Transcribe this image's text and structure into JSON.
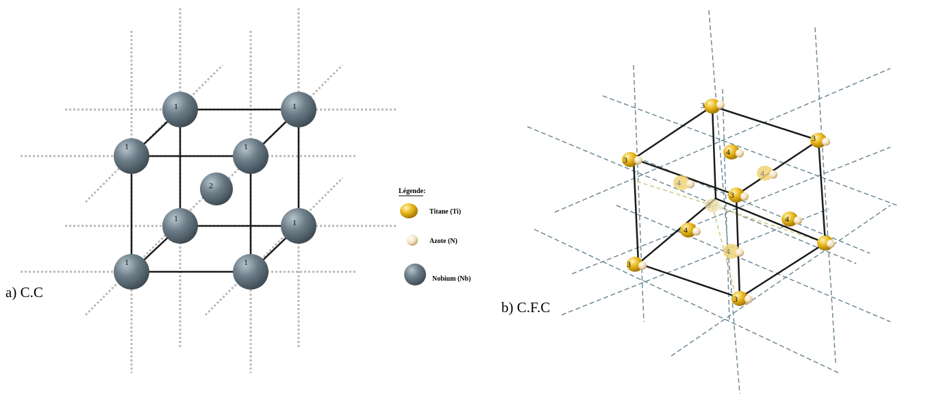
{
  "captions": {
    "left": "a) C.C",
    "right": "b) C.F.C"
  },
  "legend": {
    "title": "Légende:",
    "items": [
      {
        "label": "Titane (Ti)",
        "color": "#e8b417",
        "icon": "titanium-atom-icon"
      },
      {
        "label": "Azote (N)",
        "color": "#f3dfb8",
        "icon": "nitrogen-atom-icon"
      },
      {
        "label": "Nobium (Nb)",
        "color": "#5f6f7a",
        "icon": "niobium-atom-icon"
      }
    ]
  },
  "cc_cell": {
    "corner_label": "1",
    "center_label": "2",
    "atom_color": "#5f6f7a"
  },
  "cfc_cell": {
    "corner_label": "3",
    "face_label": "4",
    "ti_color": "#e8b417",
    "n_color": "#f3dfb8"
  }
}
